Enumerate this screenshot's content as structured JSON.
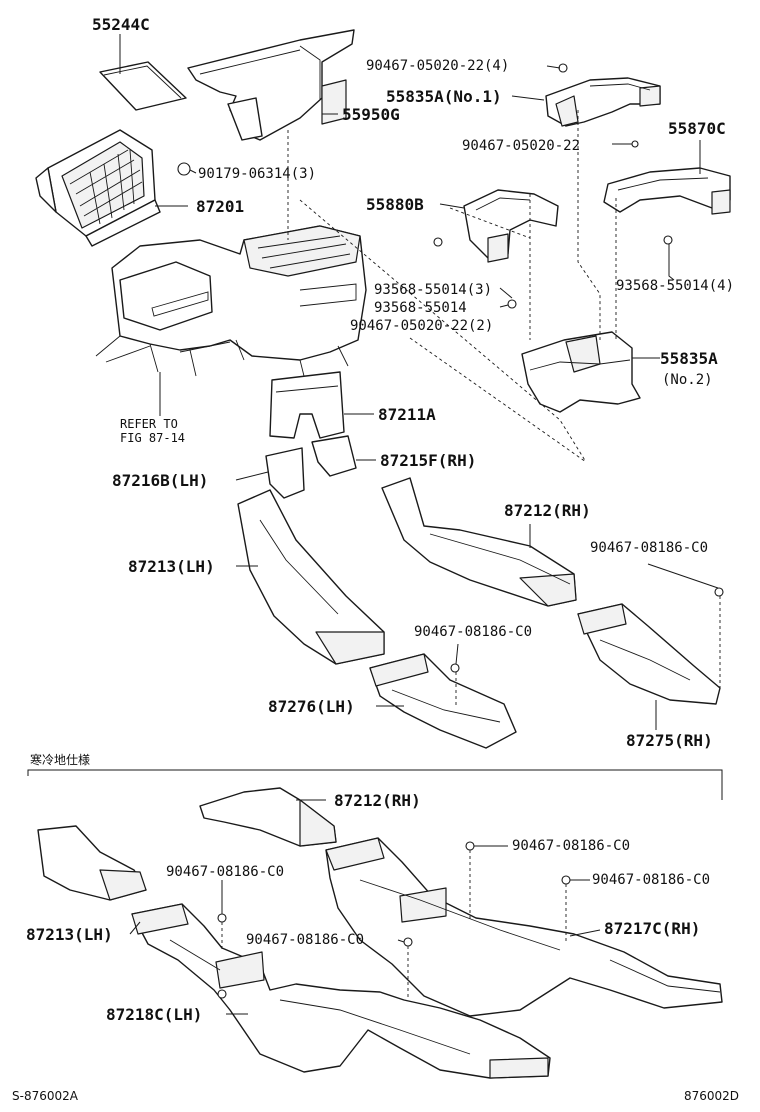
{
  "labels": {
    "p55244c": "55244C",
    "p90467_05020_22_4": "90467-05020-22(4)",
    "p55835a_no1": "55835A(No.1)",
    "p55950g": "55950G",
    "p90467_05020_22": "90467-05020-22",
    "p55870c": "55870C",
    "p90179_06314_3": "90179-06314(3)",
    "p87201": "87201",
    "p55880b": "55880B",
    "p93568_55014_3": "93568-55014(3)",
    "p93568_55014": "93568-55014",
    "p93568_55014_4": "93568-55014(4)",
    "p90467_05020_22_2": "90467-05020-22(2)",
    "p55835a_no2_a": "55835A",
    "p55835a_no2_b": "(No.2)",
    "refer_to": "REFER TO",
    "fig_ref": "FIG 87-14",
    "p87211a": "87211A",
    "p87215f_rh": "87215F(RH)",
    "p87216b_lh": "87216B(LH)",
    "p87212_rh": "87212(RH)",
    "p87213_lh": "87213(LH)",
    "p90467_08186_c0_a": "90467-08186-C0",
    "p90467_08186_c0_b": "90467-08186-C0",
    "p87276_lh": "87276(LH)",
    "p87275_rh": "87275(RH)",
    "cold_spec": "寒冷地仕様",
    "p87212_rh_b": "87212(RH)",
    "p90467_08186_c0_c": "90467-08186-C0",
    "p90467_08186_c0_d": "90467-08186-C0",
    "p90467_08186_c0_e": "90467-08186-C0",
    "p90467_08186_c0_f": "90467-08186-C0",
    "p87213_lh_b": "87213(LH)",
    "p87217c_rh": "87217C(RH)",
    "p87218c_lh": "87218C(LH)"
  },
  "footer": {
    "left_code": "S-876002A",
    "right_code": "876002D"
  }
}
